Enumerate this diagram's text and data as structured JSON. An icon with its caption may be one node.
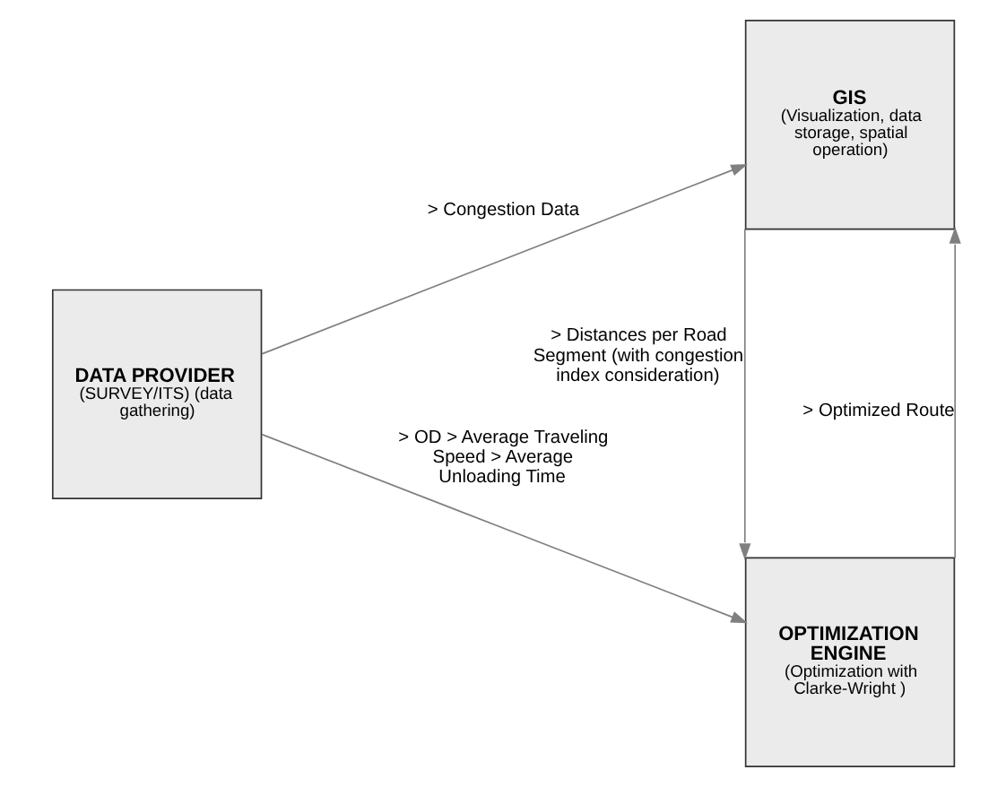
{
  "diagram": {
    "nodes": [
      {
        "text": [
          "GIS",
          "(Visualization, data storage, spatial operation)"
        ]
      },
      {
        "text": [
          "DATA PROVIDER",
          "(SURVEY/ITS) (data gathering)"
        ]
      },
      {
        "text": [
          "OPTIMIZATION ENGINE",
          "(Optimization with Clarke-Wright )"
        ]
      }
    ],
    "edges": [
      {
        "from": 1,
        "to": 0,
        "arrow": "to",
        "label": "> Congestion Data"
      },
      {
        "from": 0,
        "to": 2,
        "arrow": "to",
        "label": "> Distances per Road Segment (with congestion index consideration)"
      },
      {
        "from": 2,
        "to": 0,
        "arrow": "to",
        "label": "> Optimized Route"
      },
      {
        "from": 1,
        "to": 2,
        "arrow": "to",
        "label": "> OD > Average Traveling Speed > Average Unloading Time"
      }
    ]
  }
}
